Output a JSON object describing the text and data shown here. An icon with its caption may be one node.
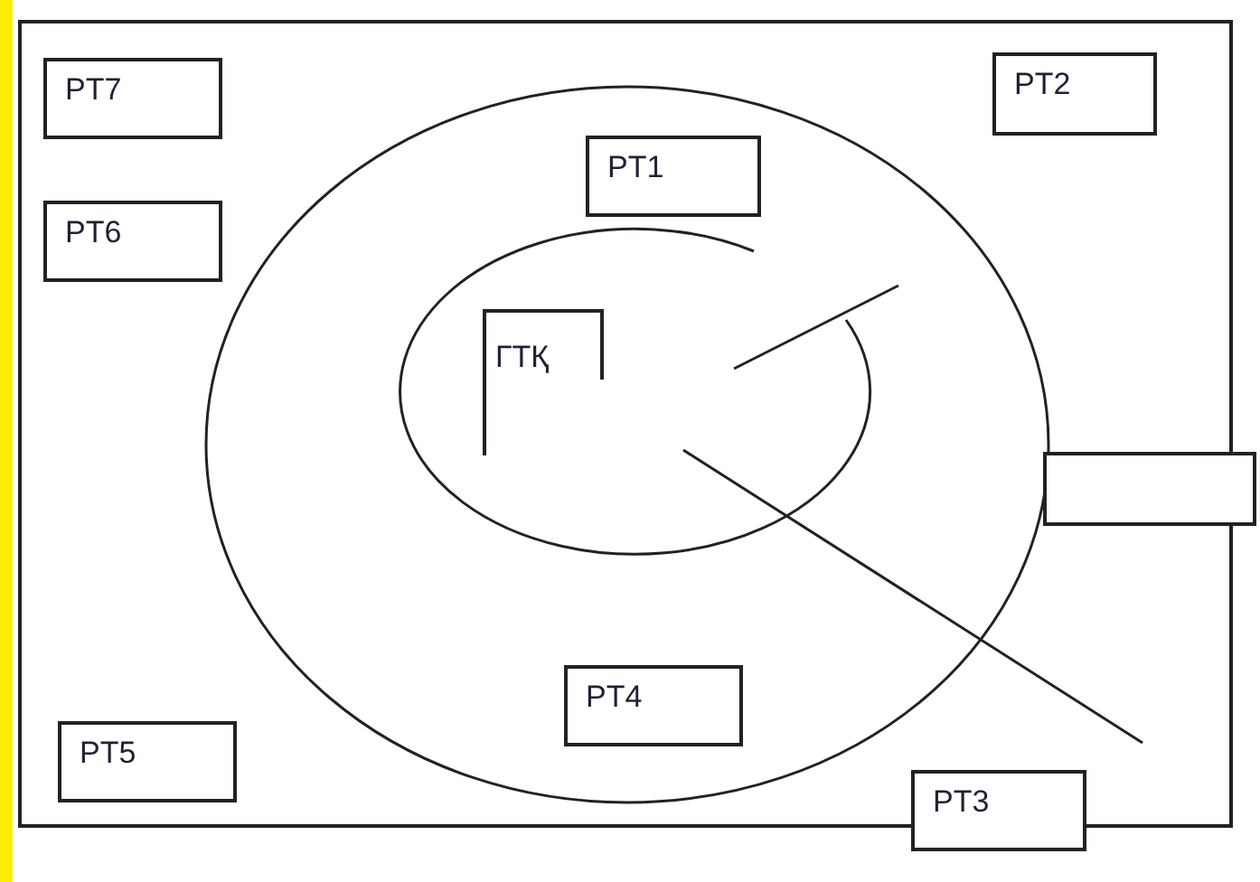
{
  "diagram": {
    "nodes": [
      {
        "text": [],
        "shape": "box"
      },
      {
        "text": [
          "PT7"
        ],
        "in": 0
      },
      {
        "text": [
          "PT2"
        ],
        "in": 0
      },
      {
        "text": [],
        "shape": "ellipse",
        "in": 0
      },
      {
        "text": [
          "PT1"
        ],
        "in": 3
      },
      {
        "text": [
          "PT6"
        ],
        "in": 0
      },
      {
        "text": [],
        "shape": "ellipse",
        "in": 3
      },
      {
        "text": [
          "ГТҚ"
        ],
        "in": 6
      },
      {
        "text": [],
        "shape": "box"
      },
      {
        "text": [
          "PT4"
        ],
        "in": 3
      },
      {
        "text": [
          "PT5"
        ],
        "in": 0
      },
      {
        "text": [
          "PT3"
        ],
        "in": 0
      }
    ]
  }
}
